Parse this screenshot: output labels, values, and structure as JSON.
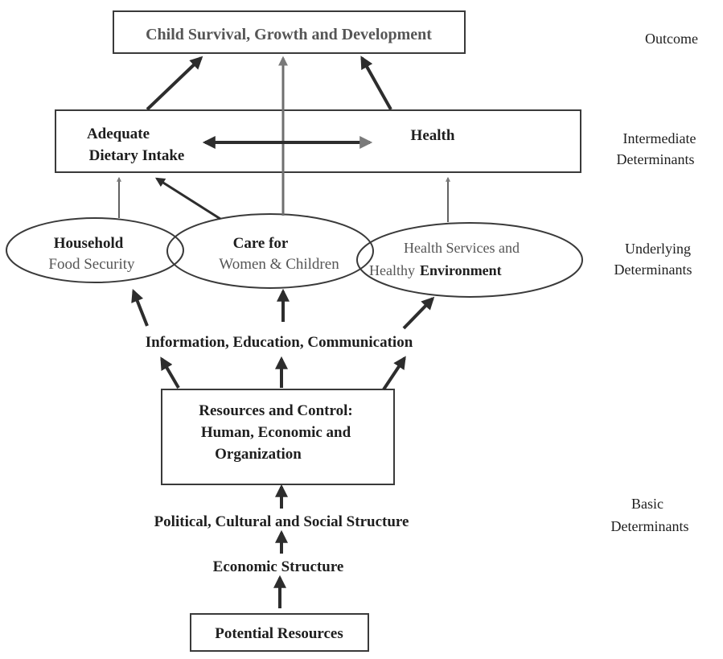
{
  "diagram": {
    "outcome_box": "Child Survival, Growth and Development",
    "intermediate": {
      "left_line1": "Adequate",
      "left_line2": "Dietary Intake",
      "right": "Health"
    },
    "underlying": {
      "household_line1": "Household",
      "household_line2": "Food Security",
      "care_line1": "Care for",
      "care_line2": "Women & Children",
      "health_line1": "Health Services and",
      "health_line2_a": "Healthy",
      "health_line2_b": "Environment"
    },
    "iec": "Information, Education, Communication",
    "resources_line1": "Resources and Control:",
    "resources_line2": "Human, Economic and",
    "resources_line3": "Organization",
    "political": "Political, Cultural and Social Structure",
    "economic": "Economic Structure",
    "potential": "Potential Resources"
  },
  "side_labels": {
    "outcome": "Outcome",
    "intermediate_line1": "Intermediate",
    "intermediate_line2": "Determinants",
    "underlying_line1": "Underlying",
    "underlying_line2": "Determinants",
    "basic_line1": "Basic",
    "basic_line2": "Determinants"
  }
}
